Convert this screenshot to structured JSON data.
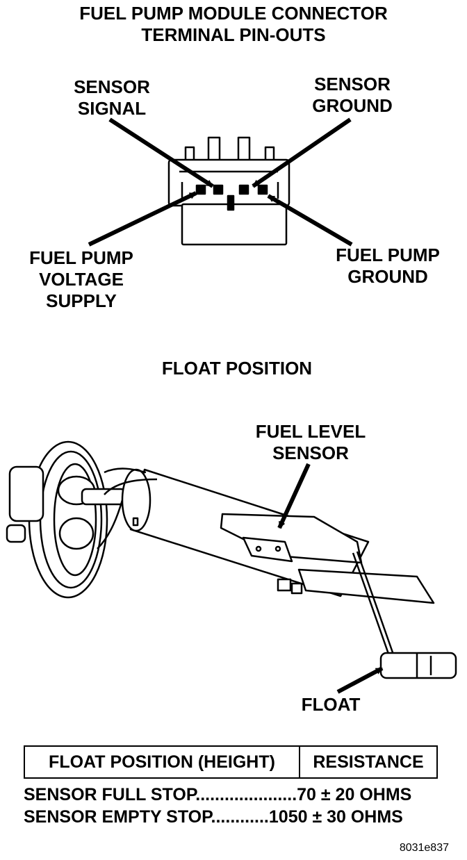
{
  "title": {
    "line1": "FUEL PUMP MODULE CONNECTOR",
    "line2": "TERMINAL PIN-OUTS"
  },
  "connector_labels": {
    "sensor_signal": [
      "SENSOR",
      "SIGNAL"
    ],
    "sensor_ground": [
      "SENSOR",
      "GROUND"
    ],
    "pump_voltage": [
      "FUEL PUMP",
      "VOLTAGE",
      "SUPPLY"
    ],
    "pump_ground": [
      "FUEL PUMP",
      "GROUND"
    ]
  },
  "float_section": {
    "heading": "FLOAT POSITION",
    "fuel_level_sensor": [
      "FUEL LEVEL",
      "SENSOR"
    ],
    "float": "FLOAT"
  },
  "table": {
    "col1": "FLOAT POSITION (HEIGHT)",
    "col2": "RESISTANCE",
    "rows": [
      "SENSOR FULL STOP.....................70 ± 20 OHMS",
      "SENSOR EMPTY STOP............1050 ± 30 OHMS"
    ]
  },
  "figure_id": "8031e837"
}
